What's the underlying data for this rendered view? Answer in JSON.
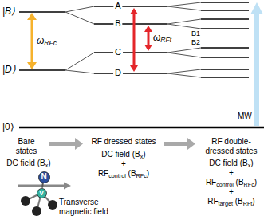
{
  "diagram": {
    "nodes": [
      {
        "text": [
          "N"
        ]
      },
      {
        "text": [
          "V"
        ]
      }
    ],
    "edges": [
      {
        "from": 0,
        "to": 1,
        "arrow": "none"
      }
    ],
    "labels": [
      "|B⟩",
      "|D⟩",
      "|0⟩",
      "ωRFc",
      "ωRFt",
      "A",
      "B",
      "C",
      "D",
      "B1",
      "B2",
      "MW",
      "Bare states",
      "DC field (Bx)",
      "RF dressed states",
      "DC field (Bx) + RFcontrol (BRFc)",
      "RF double-dressed states",
      "DC field (Bx) + RFcontrol (BRFc) + RFtarget (BRFt)",
      "Transverse magnetic field"
    ]
  }
}
